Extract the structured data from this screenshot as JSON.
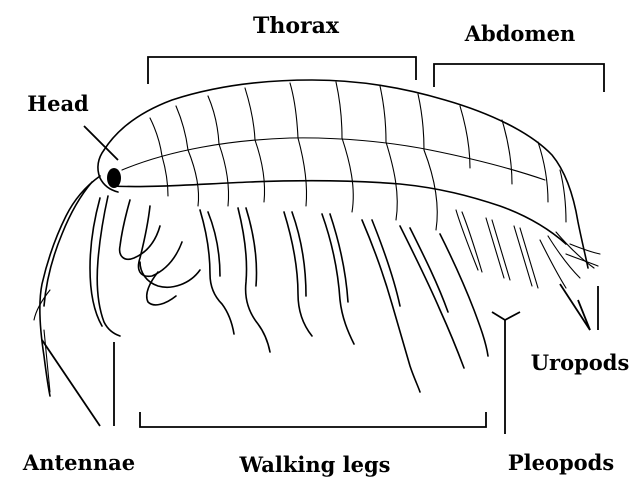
{
  "labels": {
    "thorax": "Thorax",
    "abdomen": "Abdomen",
    "head": "Head",
    "antennae": "Antennae",
    "walking_legs": "Walking legs",
    "pleopods": "Pleopods",
    "uropods": "Uropods"
  },
  "colors": {
    "ink": "#000000",
    "background": "#ffffff"
  }
}
